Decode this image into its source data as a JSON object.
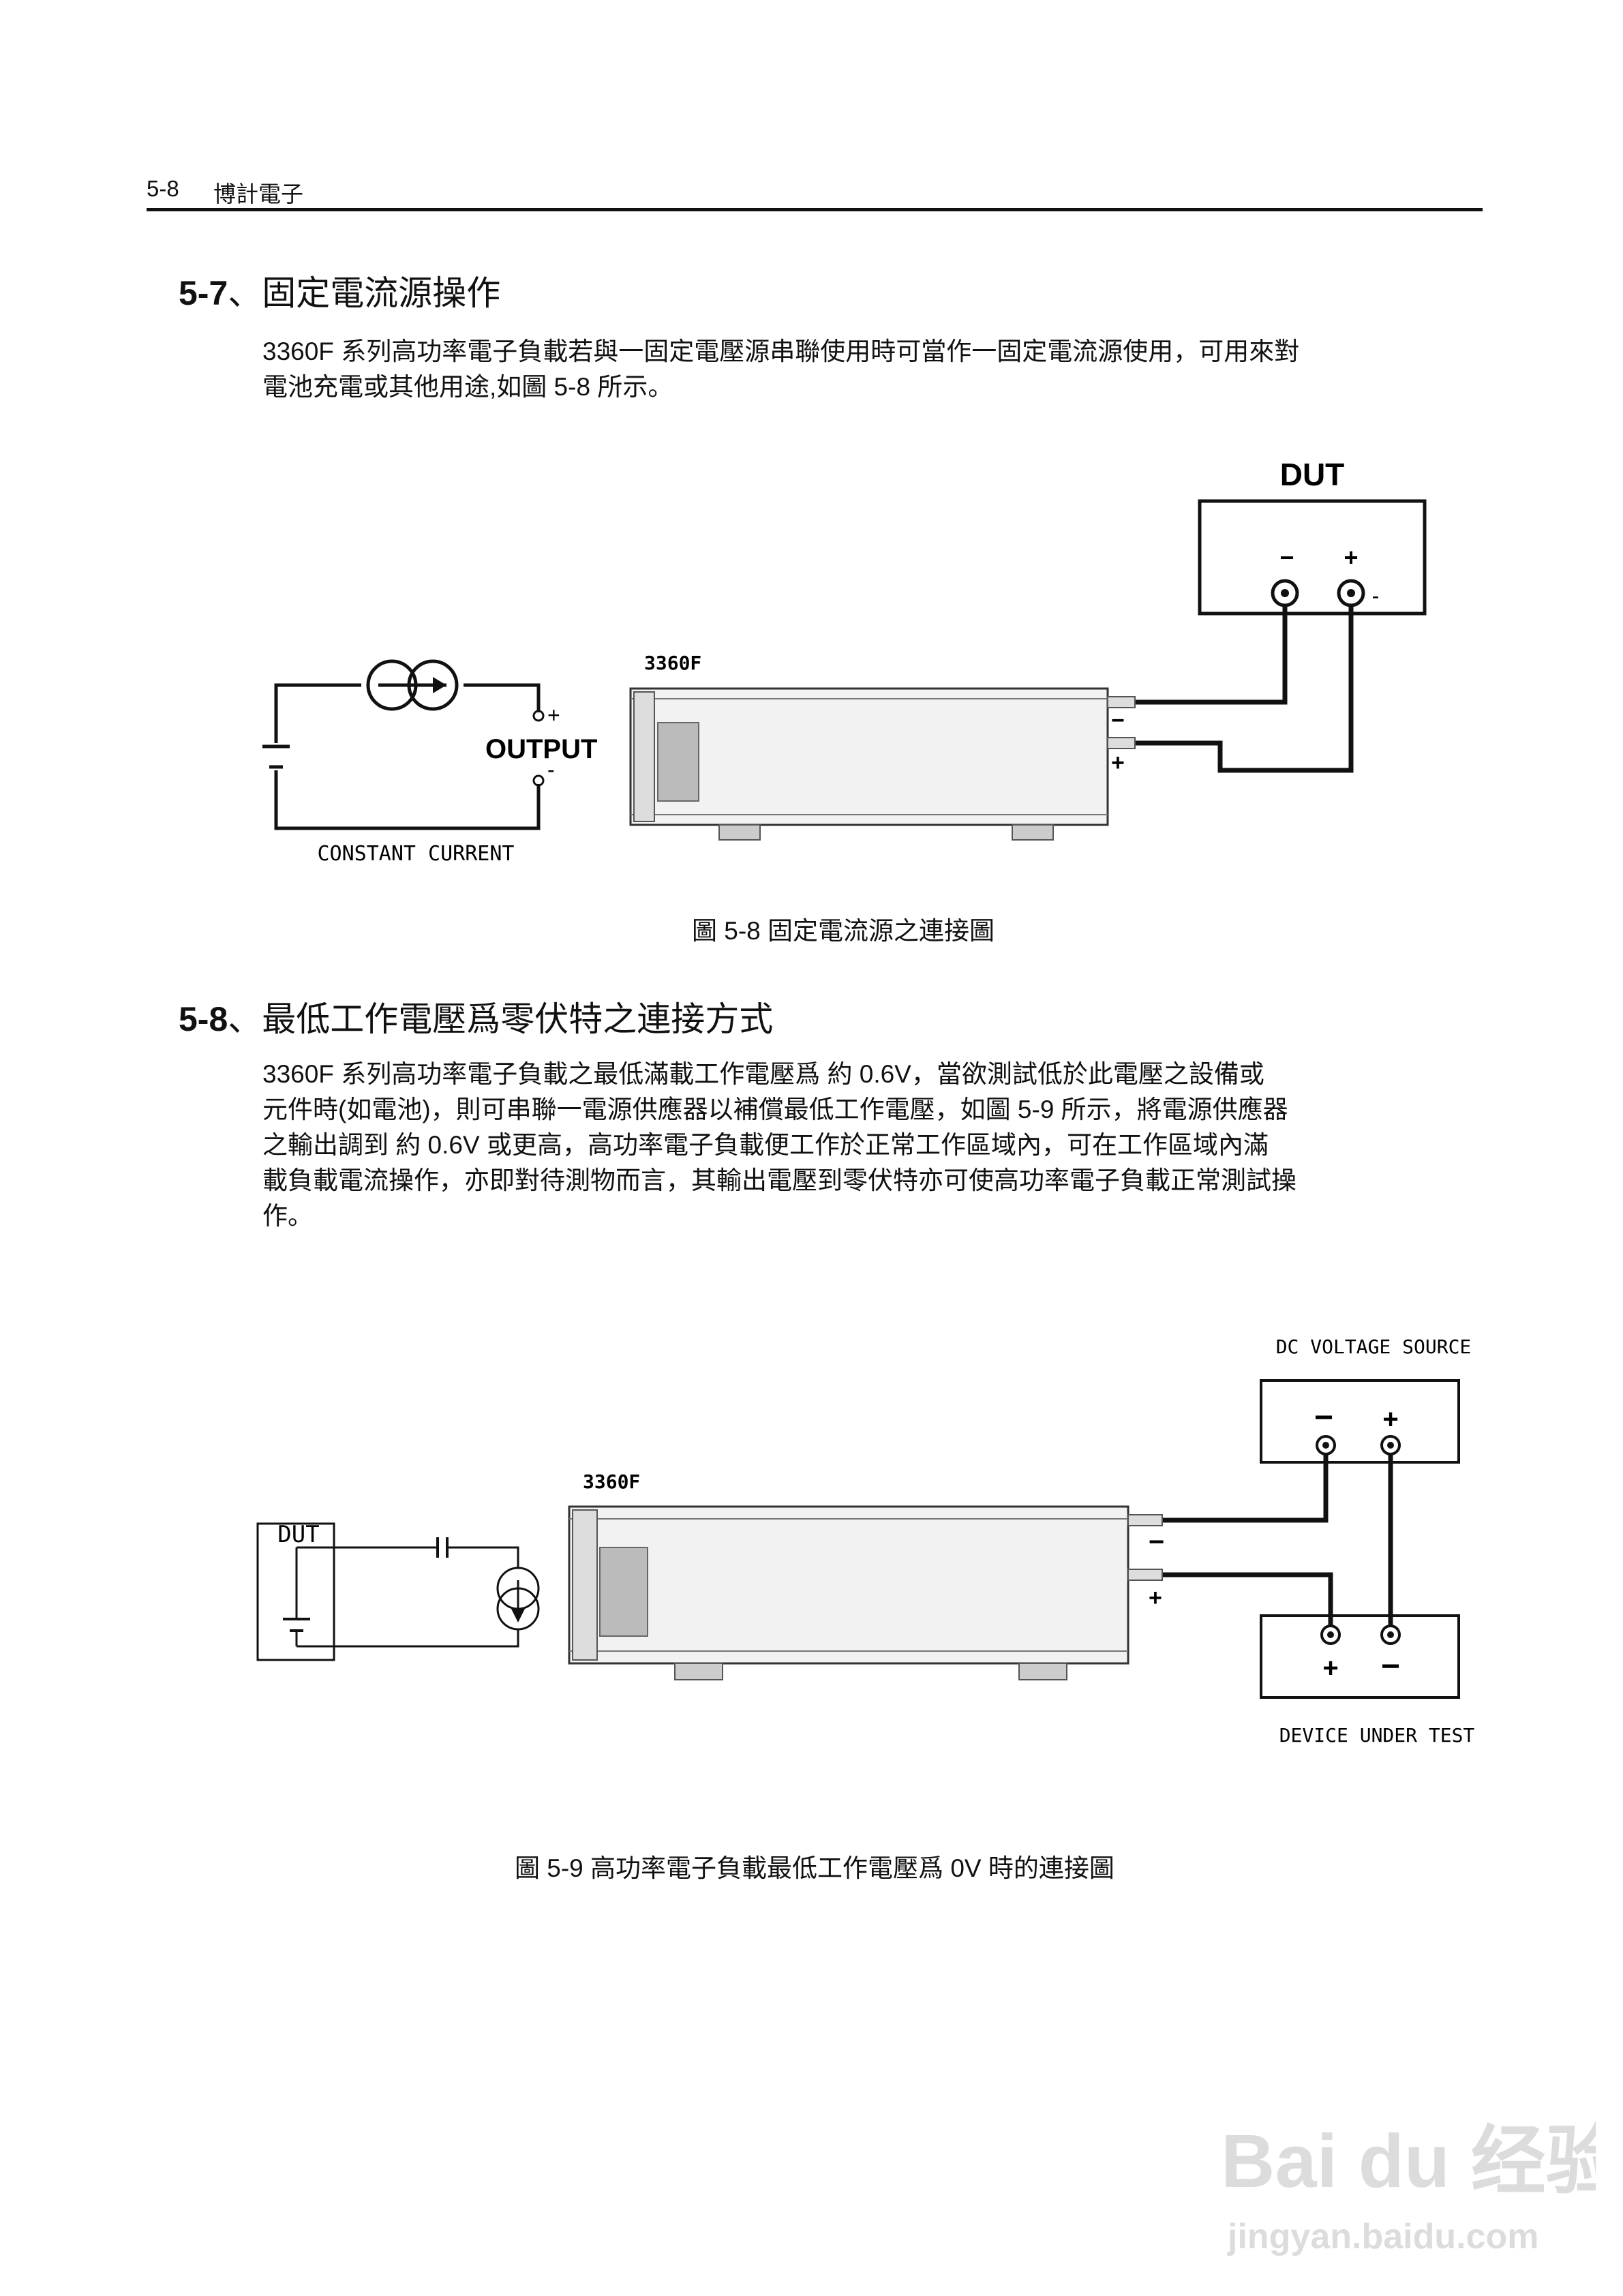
{
  "header": {
    "page_number": "5-8",
    "brand": "博計電子"
  },
  "section_5_7": {
    "heading_num": "5-7",
    "heading_text": "、固定電流源操作",
    "paragraph": [
      "3360F 系列高功率電子負載若與一固定電壓源串聯使用時可當作一固定電流源使用，可用來對",
      "電池充電或其他用途,如圖 5-8 所示。"
    ]
  },
  "figure_5_8": {
    "dut_label": "DUT",
    "dut_minus": "−",
    "dut_plus": "+",
    "dut_side_minus": "-",
    "model_label": "3360F",
    "load_minus": "−",
    "load_plus": "+",
    "output_label": "OUTPUT",
    "output_plus": "+",
    "output_minus": "-",
    "circuit_label": "CONSTANT CURRENT",
    "caption": "圖 5-8 固定電流源之連接圖"
  },
  "section_5_8": {
    "heading_num": "5-8",
    "heading_text": "、最低工作電壓爲零伏特之連接方式",
    "paragraph": [
      "3360F 系列高功率電子負載之最低滿載工作電壓爲 約 0.6V，當欲測試低於此電壓之設備或",
      "元件時(如電池)，則可串聯一電源供應器以補償最低工作電壓，如圖 5-9 所示，將電源供應器",
      "之輸出調到 約 0.6V 或更高，高功率電子負載便工作於正常工作區域內，可在工作區域內滿",
      "載負載電流操作，亦即對待測物而言，其輸出電壓到零伏特亦可使高功率電子負載正常測試操",
      "作。"
    ]
  },
  "figure_5_9": {
    "source_label": "DC VOLTAGE SOURCE",
    "source_minus": "−",
    "source_plus": "+",
    "model_label": "3360F",
    "load_minus": "−",
    "load_plus": "+",
    "dut_box_label": "DUT",
    "test_plus": "+",
    "test_minus": "−",
    "test_label": "DEVICE UNDER TEST",
    "caption": "圖 5-9 高功率電子負載最低工作電壓爲 0V 時的連接圖"
  },
  "watermark": {
    "brand": "Bai du 经验",
    "url": "jingyan.baidu.com"
  }
}
